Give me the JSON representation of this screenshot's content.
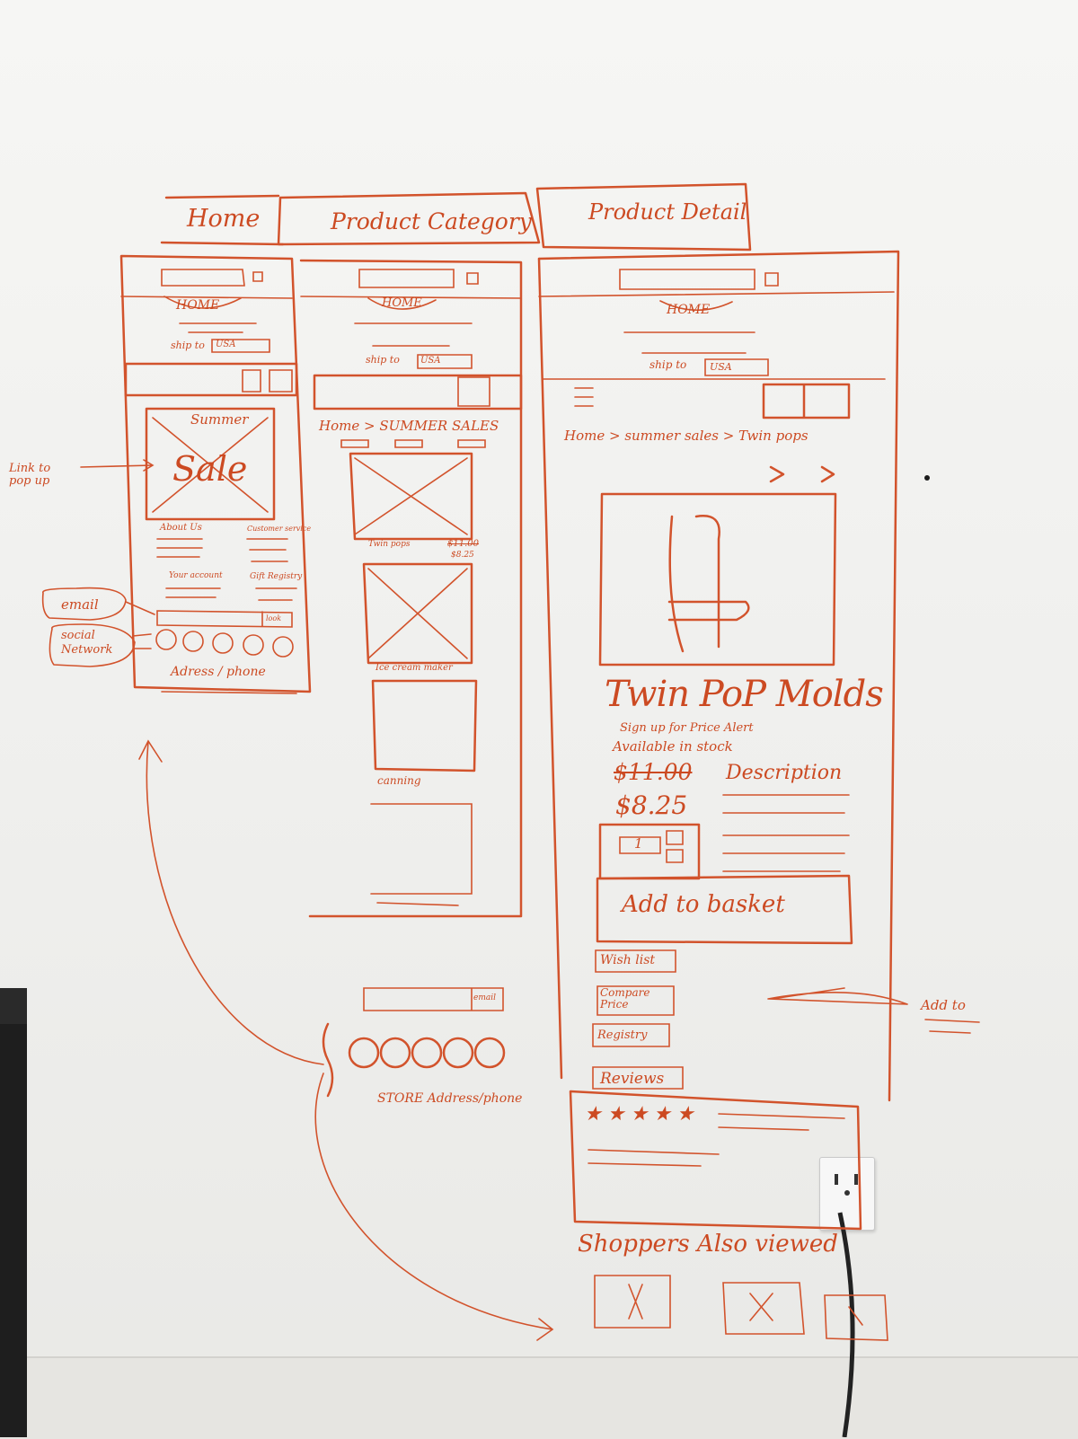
{
  "tabs": {
    "home": "Home",
    "category": "Product Category",
    "detail": "Product Detail"
  },
  "home_page": {
    "logo": "HOME",
    "ship_to": "ship to",
    "ship_country": "USA",
    "banner_line1": "Summer",
    "banner_line2": "Sale",
    "footer_links": [
      "About Us",
      "Customer service",
      "Your account",
      "Gift Registry"
    ],
    "email_button": "look",
    "address": "Adress / phone"
  },
  "category_page": {
    "logo": "HOME",
    "ship_to": "ship to",
    "ship_country": "USA",
    "breadcrumb": "Home > SUMMER SALES",
    "products": [
      {
        "name": "Twin pops",
        "old_price": "$11.00",
        "price": "$8.25"
      },
      {
        "name": "Ice cream maker"
      },
      {
        "name": "canning"
      }
    ],
    "email_button": "email",
    "address": "STORE Address/phone"
  },
  "detail_page": {
    "logo": "HOME",
    "ship_to": "ship to",
    "ship_country": "USA",
    "breadcrumb": "Home > summer sales > Twin pops",
    "title": "Twin PoP Molds",
    "price_alert": "Sign up for Price Alert",
    "stock": "Available in stock",
    "old_price": "$11.00",
    "price": "$8.25",
    "description_label": "Description",
    "quantity": "1",
    "add_to_basket": "Add to basket",
    "wish_list": "Wish list",
    "compare_price": "Compare Price",
    "registry": "Registry",
    "reviews": "Reviews",
    "also_viewed": "Shoppers Also viewed"
  },
  "annotations": {
    "link_popup": "Link to pop up",
    "email": "email",
    "social": "social Network",
    "add_to": "Add to"
  },
  "colors": {
    "marker": "#d2532c",
    "wall": "#f1f1ef"
  }
}
